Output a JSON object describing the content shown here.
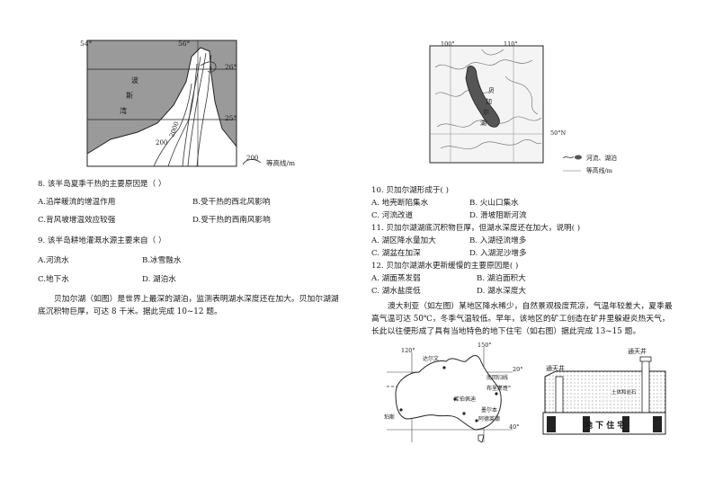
{
  "map1": {
    "lon_left": "54°",
    "lon_right": "56°",
    "lat_top": "26°",
    "lat_bottom": "25°",
    "sea_chars": [
      "波",
      "斯",
      "湾"
    ],
    "contour_1": "200",
    "contour_2": "2000",
    "legend_value": "200",
    "legend_label": "等高线/m"
  },
  "q8": {
    "stem": "8. 该半岛夏季干热的主要原因是（ ）",
    "a": "A.沿岸暖流的增温作用",
    "b": "B.受干热的西北风影响",
    "c": "C.背风坡增温效应较强",
    "d": "D.受干热的西南风影响"
  },
  "q9": {
    "stem": "9. 该半岛耕地灌溉水源主要来自（ ）",
    "a": "A.河流水",
    "b": "B.冰雪融水",
    "c": "C.地下水",
    "d": "D. 湖泊水"
  },
  "intro1": "贝加尔湖（如图）是世界上最深的湖泊，监测表明湖水深度还在加大。贝加尔湖湖底沉积物巨厚，可达 8 千米。据此完成 10~12 题。",
  "map2": {
    "lon_left": "100°",
    "lon_right": "110°",
    "lat": "50°N",
    "legend_river": "河流、湖泊",
    "legend_contour": "等高线/m",
    "lake_chars": [
      "贝",
      "加",
      "尔",
      "湖"
    ]
  },
  "q10": {
    "stem": "10. 贝加尔湖形成于(  )",
    "a": "A. 地壳断陷集水",
    "b": "B. 火山口集水",
    "c": "C. 河流改道",
    "d": "D. 滑坡阻断河流"
  },
  "q11": {
    "stem": "11. 贝加尔湖湖底沉积物巨厚，但湖水深度还在加大，说明(  )",
    "a": "A. 湖区降水量加大",
    "b": "B. 入湖径流增多",
    "c": "C. 湖盆在加深",
    "d": "D. 入湖泥沙增多"
  },
  "q12": {
    "stem": "12. 贝加尔湖湖水更新缓慢的主要原因是(  )",
    "a": "A. 湖面蒸发弱",
    "b": "B. 湖泊面积大",
    "c": "C. 湖水盐度低",
    "d": "D. 湖水深度大"
  },
  "intro2": "澳大利亚（如左图）某地区降水稀少，自然景观极度荒凉，气温年较差大，夏季最高气温可达 50℃，冬季气温较低。早年，该地区的矿工创造在矿井里躲避炎热天气，长此以往便形成了具有当地特色的地下住宅（如右图）据此完成 13~15 题。",
  "map3": {
    "lon_left": "120°",
    "lon_right": "150°",
    "lat_top": "20°",
    "lat_bottom": "40°",
    "tropic": "南回归线",
    "place_1": "布里斯班",
    "place_2": "库伯佩迪",
    "place_3": "墨尔本",
    "place_4": "阿德莱德",
    "place_5": "珀斯",
    "place_6": "达尔文"
  },
  "house": {
    "shaft_1": "通天井",
    "shaft_2": "通天井",
    "rock": "土体和岩石",
    "label": "地 下 住 宅"
  }
}
